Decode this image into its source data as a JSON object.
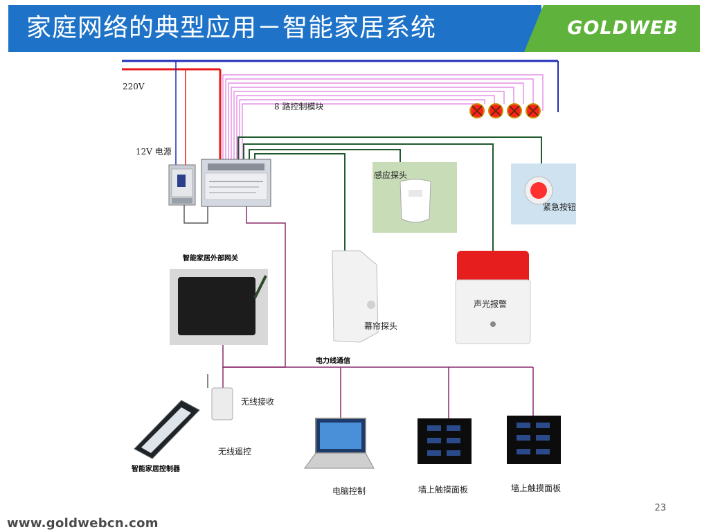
{
  "header": {
    "title": "家庭网络的典型应用－智能家居系统",
    "logo_text": "GOLDWEB"
  },
  "labels": {
    "v220": "220V",
    "control_module": "8 路控制模块",
    "v12_power": "12V 电源",
    "sensor_probe": "感应探头",
    "emergency_button": "紧急按钮",
    "gateway": "智能家居外部网关",
    "sound_light_alarm": "声光报警",
    "curtain_probe": "幕帘探头",
    "powerline": "电力线通信",
    "wireless_receive": "无线接收",
    "wireless_remote": "无线遥控",
    "home_controller": "智能家居控制器",
    "pc_control": "电脑控制",
    "wall_panel_1": "墙上触摸面板",
    "wall_panel_2": "墙上触摸面板"
  },
  "colors": {
    "header_blue": "#1e73c8",
    "header_green": "#5fb33c",
    "line_blue": "#1f2fb8",
    "line_red": "#e81818",
    "line_pink": "#e07ae0",
    "line_green": "#1e5a2a",
    "line_purple": "#8a2a6a",
    "lamp": "#ff2020"
  },
  "page_number": "23",
  "footer_url": "www.goldwebcn.com"
}
